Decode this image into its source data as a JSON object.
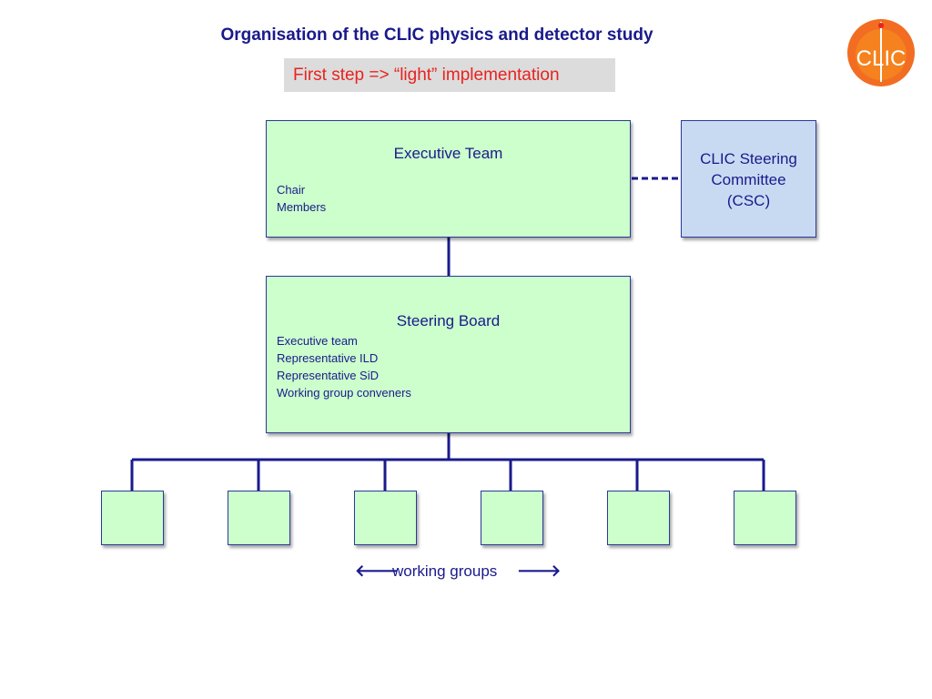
{
  "header": {
    "title": "Organisation of the CLIC physics and detector study",
    "subtitle": "First step => “light” implementation"
  },
  "logo": {
    "text": "CLIC",
    "colors": {
      "outer": "#f26d21",
      "inner": "#f7941d",
      "accent": "#e8231f",
      "text": "#ffffff"
    }
  },
  "executive_team": {
    "title": "Executive Team",
    "lines": [
      "Chair",
      "Members"
    ]
  },
  "steering_committee": {
    "lines": [
      "CLIC Steering",
      "Committee",
      "(CSC)"
    ]
  },
  "steering_board": {
    "title": "Steering Board",
    "lines": [
      "Executive team",
      "Representative ILD",
      "Representative SiD",
      "Working group conveners"
    ]
  },
  "working_groups": {
    "label": "working groups",
    "count": 6,
    "arrow_left": "🡐",
    "arrow_right": "🡒"
  },
  "colors": {
    "title": "#1a1a8c",
    "subtitle": "#e8231f",
    "subtitle_bg": "#dcdcdc",
    "box_green": "#ccffcc",
    "box_blue": "#c8daf2",
    "line": "#1a1a8c"
  }
}
